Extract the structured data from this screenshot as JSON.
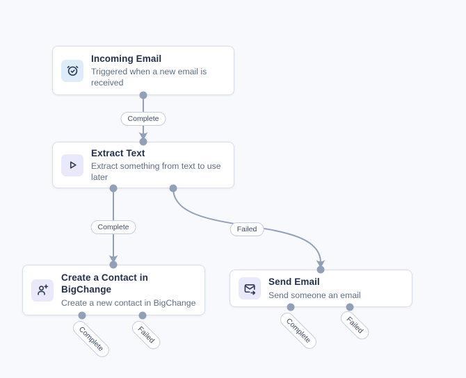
{
  "canvas": {
    "name": "workflow-canvas",
    "colors": {
      "canvas_bg": "#f8f9fc",
      "card_bg": "#ffffff",
      "card_border": "#d7dde8",
      "title_text": "#22304a",
      "subtitle_text": "#5d6e87",
      "edge": "#8fa0b8",
      "pill_border": "#c3cdde",
      "pill_text": "#3d4a60",
      "icon_tile_blue": "#dcecfb",
      "icon_tile_purple": "#eae8fb",
      "icon_glyph": "#2b3950"
    }
  },
  "nodes": [
    {
      "title": "Incoming Email",
      "subtitle": "Triggered when a new email is received",
      "icon": "alarm-clock-check-icon"
    },
    {
      "title": "Extract Text",
      "subtitle": "Extract something from text to use later",
      "icon": "play-icon"
    },
    {
      "title": "Create a Contact in BigChange",
      "subtitle": "Create a new contact in BigChange",
      "icon": "user-plus-icon"
    },
    {
      "title": "Send Email",
      "subtitle": "Send someone an email",
      "icon": "mail-forward-icon"
    }
  ],
  "edges": [
    {
      "from": "Incoming Email",
      "to": "Extract Text",
      "label": "Complete"
    },
    {
      "from": "Extract Text",
      "to": "Create a Contact in BigChange",
      "label": "Complete"
    },
    {
      "from": "Extract Text",
      "to": "Send Email",
      "label": "Failed"
    }
  ],
  "ports": {
    "create_contact": [
      {
        "label": "Complete"
      },
      {
        "label": "Failed"
      }
    ],
    "send_email": [
      {
        "label": "Complete"
      },
      {
        "label": "Failed"
      }
    ]
  }
}
